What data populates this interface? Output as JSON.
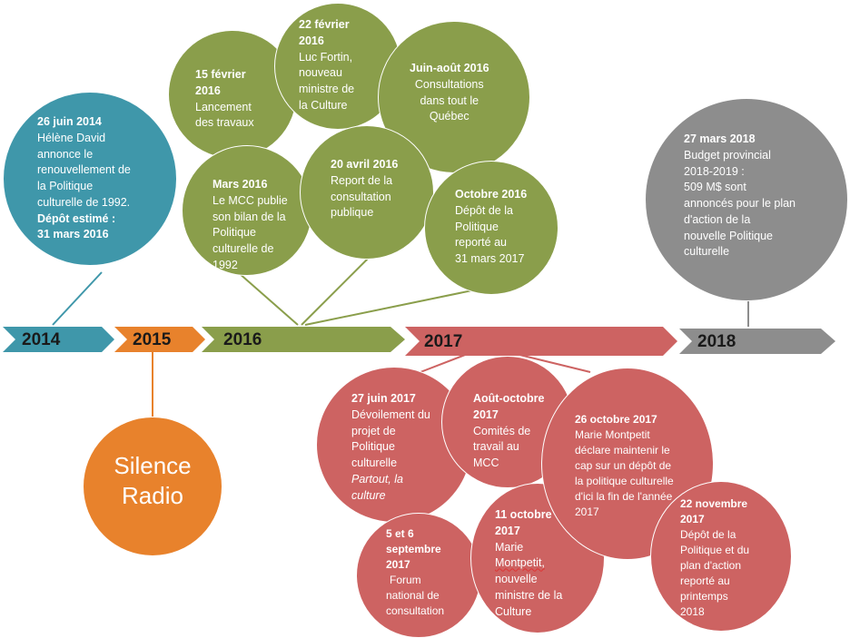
{
  "years": [
    "2014",
    "2015",
    "2016",
    "2017",
    "2018"
  ],
  "colors": {
    "2014": "#3f97aa",
    "2015": "#e8822c",
    "2016": "#8a9e4b",
    "2017": "#cd6362",
    "2018": "#8d8d8d"
  },
  "silence": {
    "line1": "Silence",
    "line2": "Radio"
  },
  "events_2014": [
    {
      "date": "26 juin 2014",
      "lines": [
        "Hélène David",
        "annonce le",
        "renouvellement de",
        "la Politique",
        "culturelle de 1992."
      ],
      "date2": "Dépôt estimé :",
      "lines2": [
        "31 mars 2016"
      ]
    }
  ],
  "events_2016": [
    {
      "date": "15 février",
      "date_b": "2016",
      "lines": [
        "Lancement",
        "des travaux"
      ]
    },
    {
      "date": "22 février",
      "date_b": "2016",
      "lines": [
        "Luc Fortin,",
        "nouveau",
        "ministre de",
        "la Culture"
      ]
    },
    {
      "date": "Juin-août 2016",
      "lines": [
        "Consultations",
        "dans tout le",
        "Québec"
      ]
    },
    {
      "date": "Mars 2016",
      "lines": [
        "Le MCC publie",
        "son bilan de la",
        "Politique",
        "culturelle de",
        "1992"
      ]
    },
    {
      "date": "20 avril 2016",
      "lines": [
        "Report de la",
        "consultation",
        "publique"
      ]
    },
    {
      "date": "Octobre 2016",
      "lines": [
        "Dépôt de la",
        "Politique",
        "reporté au",
        "31 mars 2017"
      ]
    }
  ],
  "events_2017": [
    {
      "date": "27 juin 2017",
      "lines": [
        "Dévoilement du",
        "projet de",
        "Politique",
        "culturelle"
      ],
      "italic": [
        "Partout, la",
        "culture"
      ]
    },
    {
      "date": "Août-octobre",
      "date_b": "2017",
      "lines": [
        "Comités de",
        "travail au",
        "MCC"
      ]
    },
    {
      "date": "26 octobre 2017",
      "lines": [
        "Marie Montpetit",
        "déclare maintenir le",
        "cap sur un dépôt de",
        "la politique culturelle",
        "d'ici la fin de l'année",
        "2017"
      ]
    },
    {
      "date": "5 et 6",
      "date_b": "septembre",
      "date_c": "2017",
      "lines": [
        "Forum",
        "national de",
        "consultation"
      ]
    },
    {
      "date": "11 octobre",
      "date_b": "2017",
      "lines": [
        "Marie",
        "Montpetit,",
        "nouvelle",
        "ministre de la",
        "Culture"
      ]
    },
    {
      "date": "22 novembre",
      "date_b": "2017",
      "lines": [
        "Dépôt de la",
        "Politique et du",
        "plan d'action",
        "reporté au",
        "printemps",
        "2018"
      ]
    }
  ],
  "events_2018": [
    {
      "date": "27 mars 2018",
      "lines": [
        "Budget provincial",
        "2018-2019 :"
      ],
      "lines2": [
        "509 M$ sont",
        "annoncés pour le plan",
        "d'action de la",
        "nouvelle Politique",
        "culturelle"
      ]
    }
  ]
}
